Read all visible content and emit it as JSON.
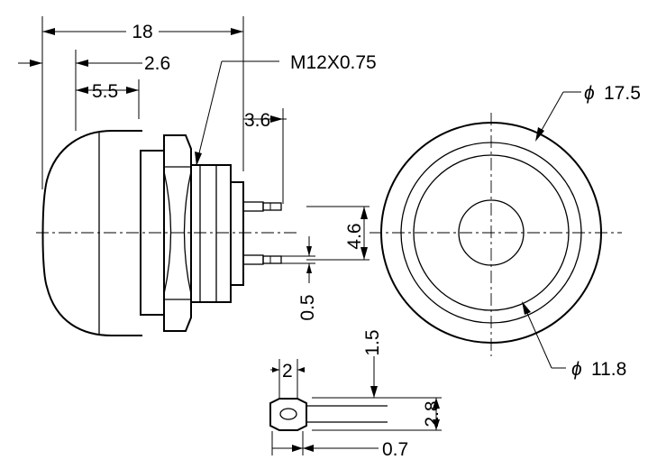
{
  "dimensions": {
    "overall_length": "18",
    "bezel_depth": "2.6",
    "cap_height": "5.5",
    "thread": "M12X0.75",
    "terminal_length": "3.6",
    "terminal_spacing": "4.6",
    "terminal_thickness": "0.5",
    "outer_diameter": "17.5",
    "inner_diameter": "11.8",
    "terminal_width": "2",
    "hole_height": "1.5",
    "terminal_height": "2.8",
    "hole_offset": "0.7"
  },
  "symbols": {
    "diameter": "ϕ"
  }
}
